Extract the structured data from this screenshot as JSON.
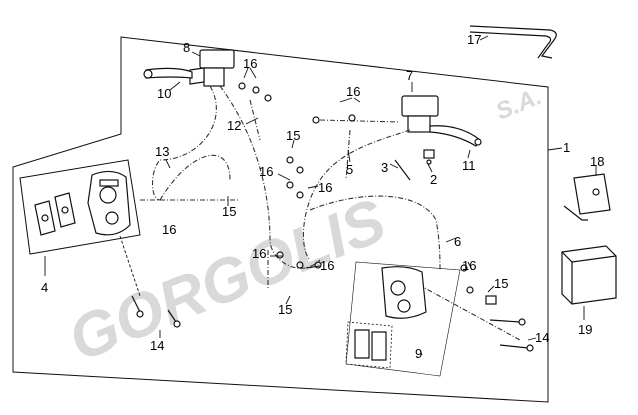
{
  "watermark": {
    "brand": "GORGOLIS",
    "suffix": "S.A."
  },
  "callouts": {
    "c1": "1",
    "c2": "2",
    "c3": "3",
    "c4": "4",
    "c5": "5",
    "c6": "6",
    "c7": "7",
    "c8": "8",
    "c9": "9",
    "c10": "10",
    "c11": "11",
    "c12": "12",
    "c13": "13",
    "c14": "14",
    "c15": "15",
    "c16": "16",
    "c17": "17",
    "c18": "18",
    "c19": "19"
  }
}
